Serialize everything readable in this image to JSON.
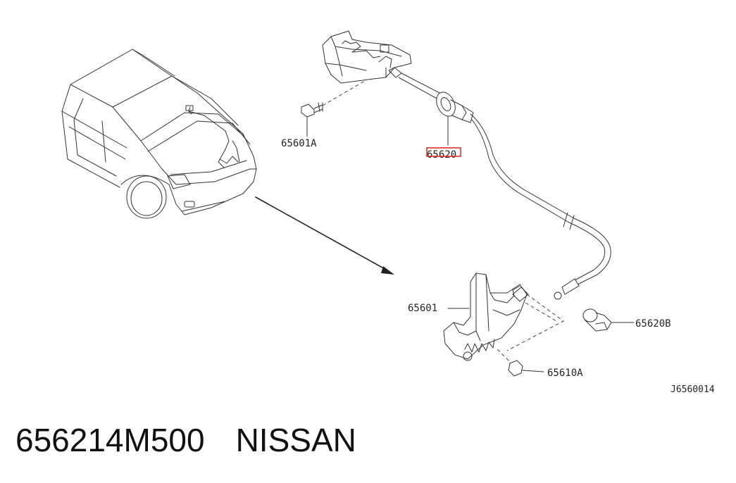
{
  "diagram": {
    "labels": {
      "lock_bolt": "65601A",
      "cable": "65620",
      "lock": "65601",
      "clamp": "65620B",
      "lock_bolt_lower": "65610A",
      "drawing_code": "J6560014"
    },
    "highlight_color": "#e03030"
  },
  "caption": {
    "part_number": "656214M500",
    "brand": "NISSAN"
  }
}
